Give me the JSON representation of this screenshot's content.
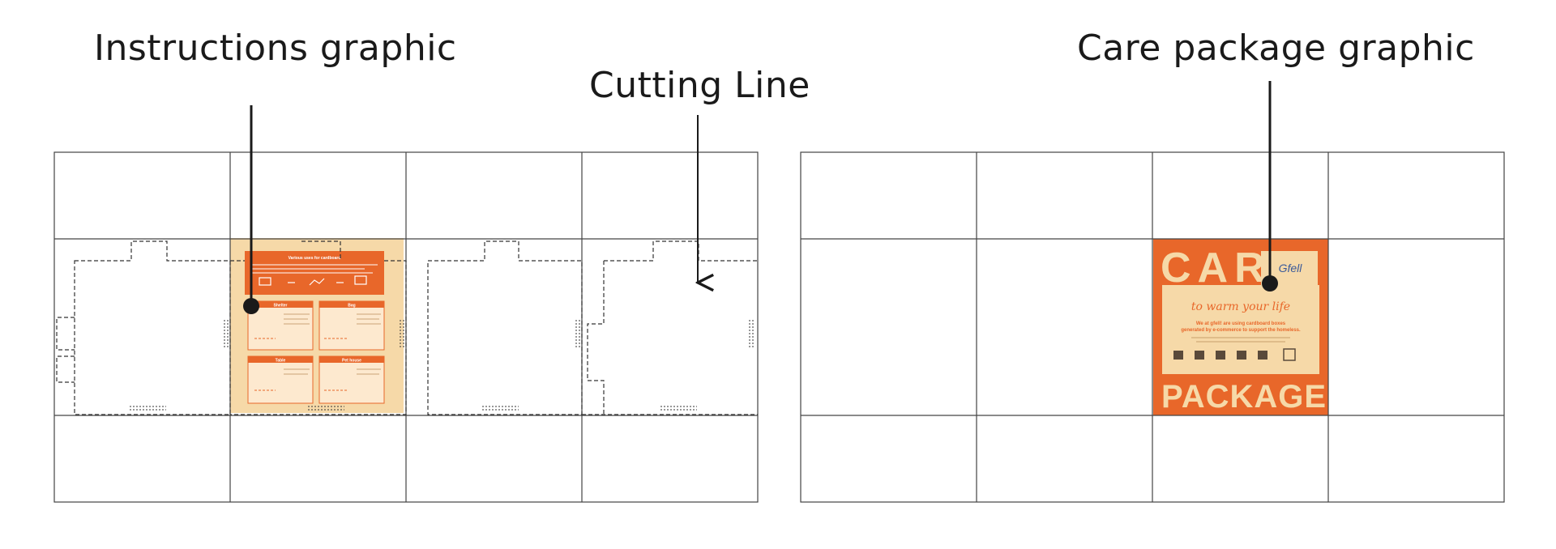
{
  "labels": {
    "instructions": "Instructions graphic",
    "cutting_line": "Cutting Line",
    "care_package": "Care package graphic"
  },
  "instructions_graphic": {
    "header": "Various uses for cardboard",
    "header_icons": [
      "bed-icon",
      "fold-icon",
      "stack-icon"
    ],
    "sections": [
      "Shelter",
      "Bag",
      "Table",
      "Pet house"
    ]
  },
  "care_package_graphic": {
    "word_top": "CARE",
    "tagline": "to warm your life",
    "word_bottom": "PACKAGE",
    "logo": "Gfell",
    "subtitle_line1": "We at gfell! are using cardboard boxes",
    "subtitle_line2": "generated by e-commerce to support the homeless."
  },
  "colors": {
    "accent": "#e8672a",
    "panel_fill": "#f6d9a8",
    "grid_line": "#444444",
    "text": "#1a1a1a"
  }
}
